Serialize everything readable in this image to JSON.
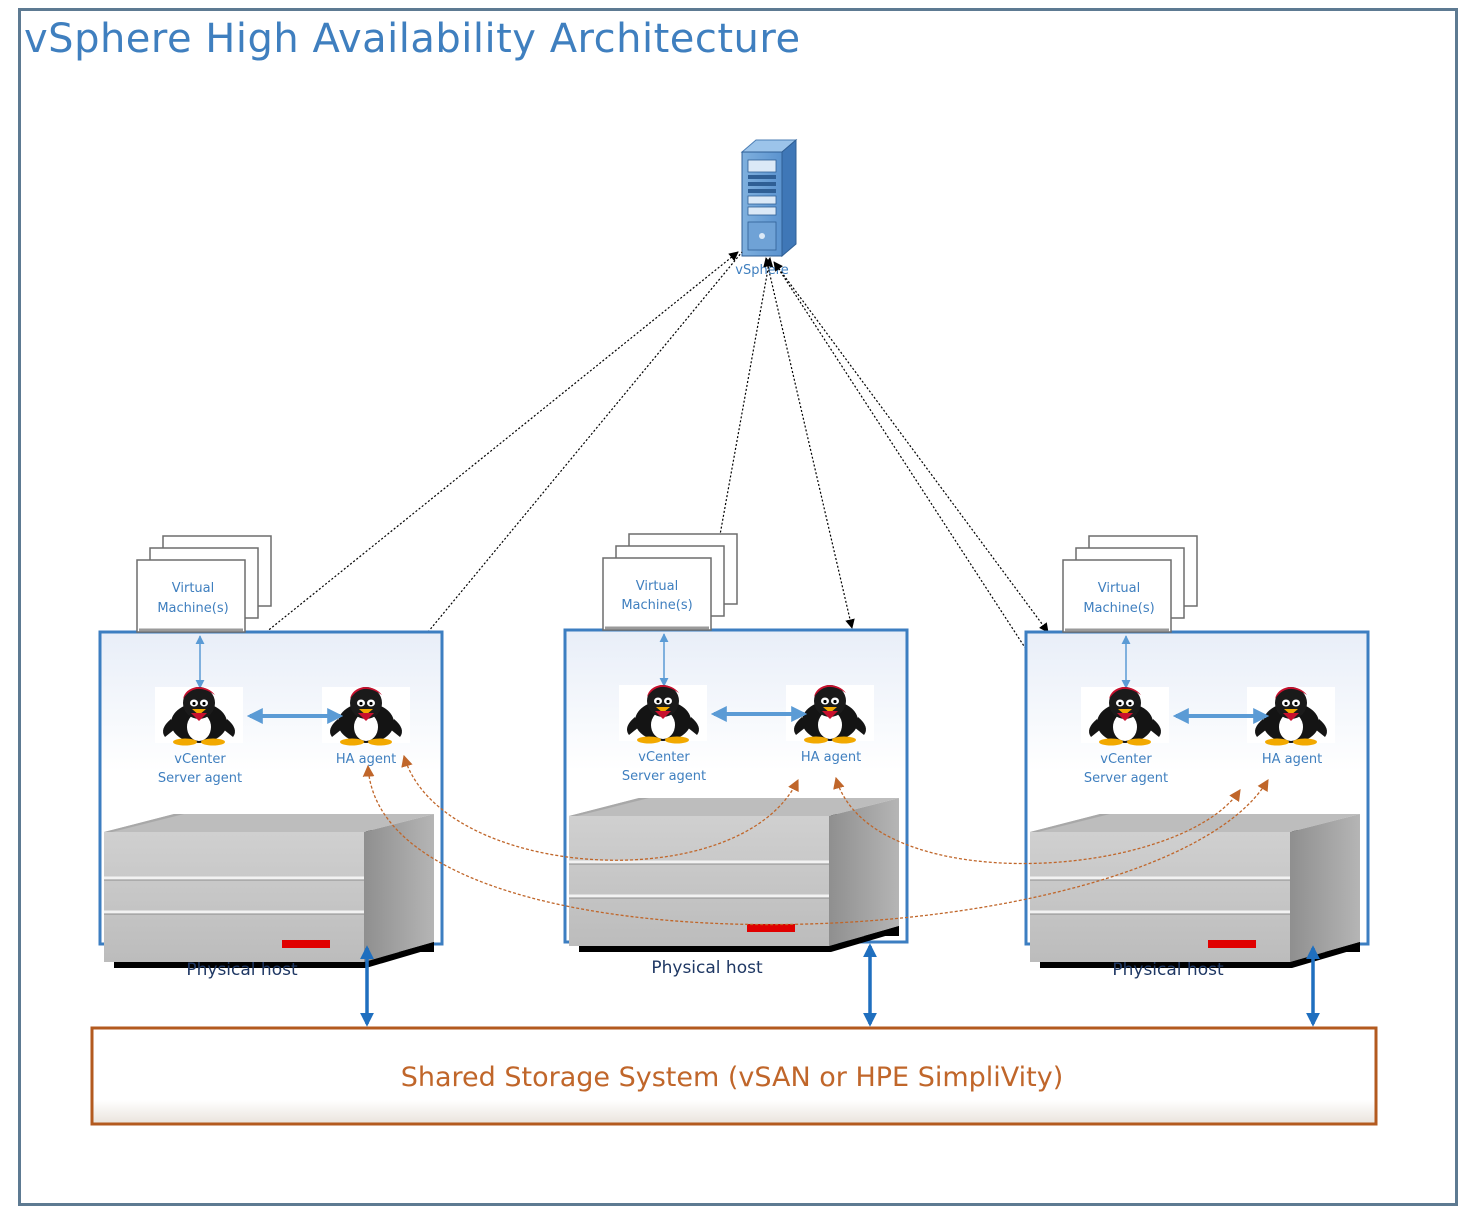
{
  "title": "vSphere High Availability Architecture",
  "server": {
    "label": "vSphere",
    "icon": "server-tower-icon"
  },
  "hosts": [
    {
      "vm_label_line1": "Virtual",
      "vm_label_line2": "Machine(s)",
      "vcenter_line1": "vCenter",
      "vcenter_line2": "Server agent",
      "ha_label": "HA agent",
      "host_label": "Physical host"
    },
    {
      "vm_label_line1": "Virtual",
      "vm_label_line2": "Machine(s)",
      "vcenter_line1": "vCenter",
      "vcenter_line2": "Server agent",
      "ha_label": "HA agent",
      "host_label": "Physical host"
    },
    {
      "vm_label_line1": "Virtual",
      "vm_label_line2": "Machine(s)",
      "vcenter_line1": "vCenter",
      "vcenter_line2": "Server agent",
      "ha_label": "HA agent",
      "host_label": "Physical host"
    }
  ],
  "storage": {
    "label": "Shared Storage System (vSAN or HPE SimpliVity)"
  },
  "colors": {
    "title": "#3f7fbf",
    "host_border": "#3c7ec1",
    "label_blue": "#3f7fbf",
    "host_label": "#1f3864",
    "storage_text": "#c0662a",
    "storage_border": "#b35a1f",
    "heartbeat": "#c0662a",
    "storage_arrow": "#1f6fbf"
  }
}
